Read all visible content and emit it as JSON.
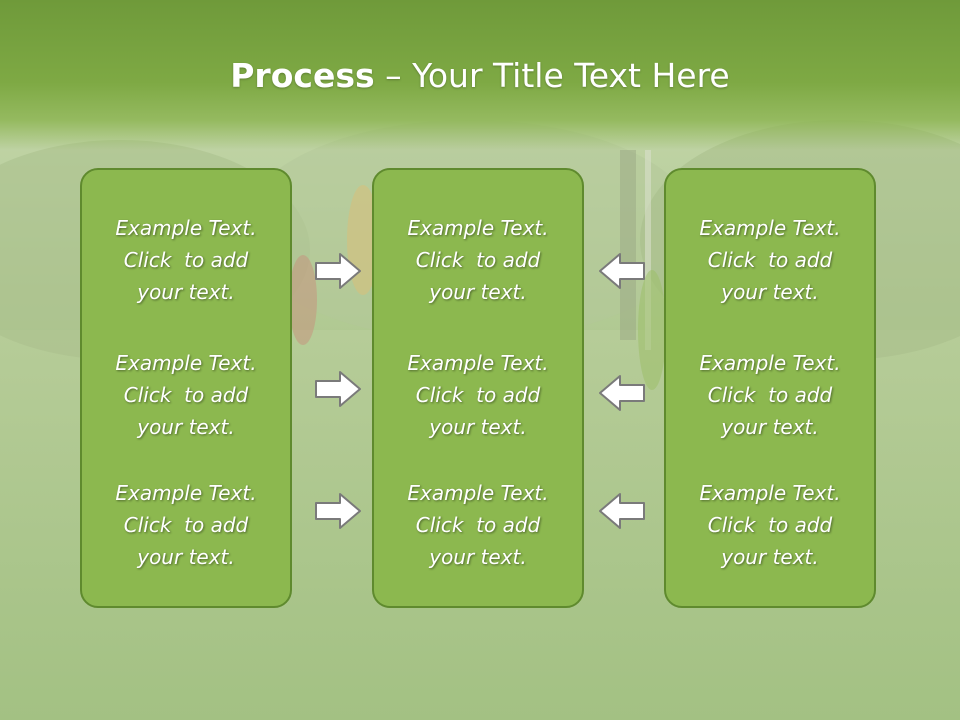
{
  "title": {
    "strong": "Process",
    "rest": " – Your Title Text Here"
  },
  "columns": [
    {
      "items": [
        {
          "lines": [
            "Example Text.",
            "Click  to add",
            "your text."
          ]
        },
        {
          "lines": [
            "Example Text.",
            "Click  to add",
            "your text."
          ]
        },
        {
          "lines": [
            "Example Text.",
            "Click  to add",
            "your text."
          ]
        }
      ]
    },
    {
      "items": [
        {
          "lines": [
            "Example Text.",
            "Click  to add",
            "your text."
          ]
        },
        {
          "lines": [
            "Example Text.",
            "Click  to add",
            "your text."
          ]
        },
        {
          "lines": [
            "Example Text.",
            "Click  to add",
            "your text."
          ]
        }
      ]
    },
    {
      "items": [
        {
          "lines": [
            "Example Text.",
            "Click  to add",
            "your text."
          ]
        },
        {
          "lines": [
            "Example Text.",
            "Click  to add",
            "your text."
          ]
        },
        {
          "lines": [
            "Example Text.",
            "Click  to add",
            "your text."
          ]
        }
      ]
    }
  ],
  "arrows": {
    "left_group": "arrow-right-icon",
    "right_group": "arrow-left-icon"
  },
  "colors": {
    "header": "#7ea944",
    "box_fill": "#8cb84f",
    "box_border": "#5f8a2e",
    "arrow_fill": "#ffffff",
    "arrow_stroke": "#7a7a7a"
  }
}
